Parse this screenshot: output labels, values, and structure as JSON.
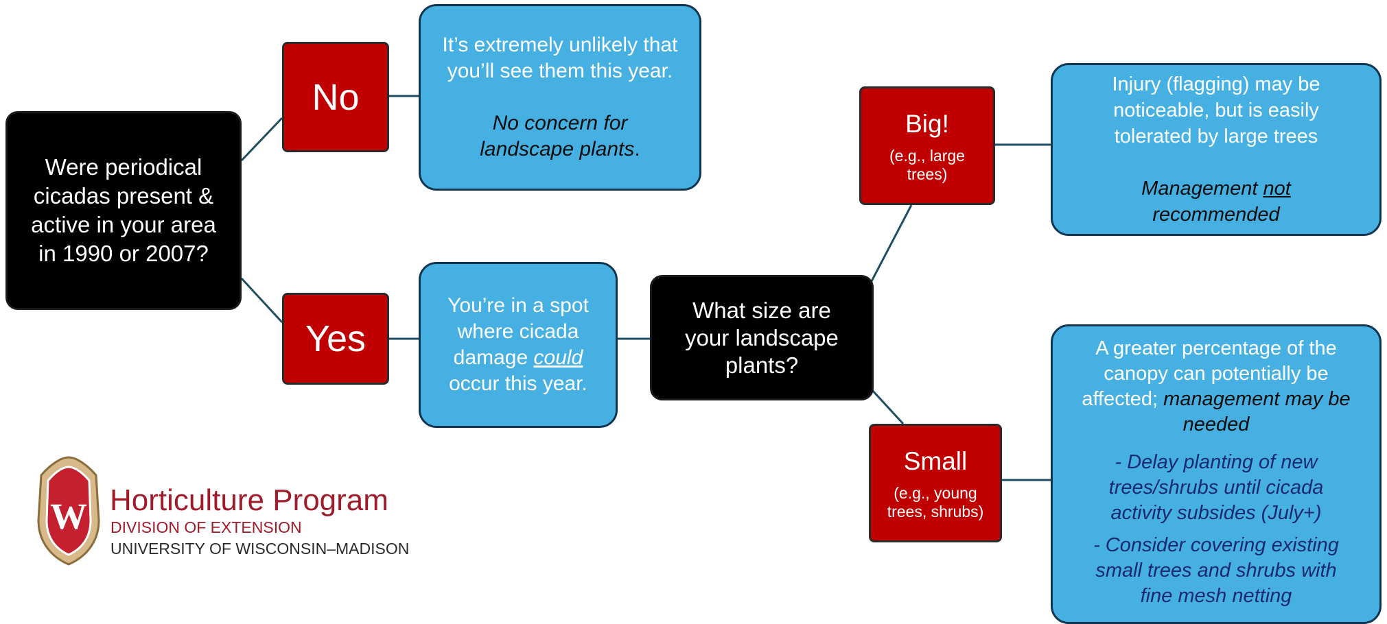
{
  "question1": {
    "lines": [
      "Were periodical",
      "cicadas present &",
      "active in your area",
      "in 1990 or 2007?"
    ]
  },
  "no_node": {
    "label": "No"
  },
  "yes_node": {
    "label": "Yes"
  },
  "no_answer": {
    "lines": [
      "It’s extremely unlikely that",
      "you’ll see them this year."
    ],
    "note_lines": [
      "No concern for",
      "landscape plants"
    ],
    "note_end": "."
  },
  "yes_answer": {
    "line1": "You’re in a spot",
    "line2": "where cicada",
    "line3_pre": "damage ",
    "line3_em": "could",
    "line4": "occur this year."
  },
  "question2": {
    "lines": [
      "What size are",
      "your landscape",
      "plants?"
    ]
  },
  "big_node": {
    "label": "Big!",
    "sub_lines": [
      "(e.g., large",
      "trees)"
    ]
  },
  "small_node": {
    "label": "Small",
    "sub_lines": [
      "(e.g., young",
      "trees, shrubs)"
    ]
  },
  "big_answer": {
    "lines": [
      "Injury (flagging) may be",
      "noticeable, but is easily",
      "tolerated by large trees"
    ],
    "note_pre": "Management ",
    "note_ul": "not",
    "note_line2": "recommended"
  },
  "small_answer": {
    "line1": "A greater percentage of the",
    "line2": "canopy can potentially be",
    "line3_pre": "affected; ",
    "line3_em": "management may be",
    "line4_em": "needed",
    "tip1_lines": [
      "- Delay planting of new",
      "trees/shrubs until cicada",
      "activity subsides (July+)"
    ],
    "tip2_lines": [
      "- Consider covering existing",
      "small trees and shrubs with",
      "fine mesh netting"
    ]
  },
  "logo": {
    "letter": "W",
    "title": "Horticulture Program",
    "subtitle1": "DIVISION OF EXTENSION",
    "subtitle2": "UNIVERSITY OF WISCONSIN–MADISON"
  },
  "colors": {
    "question_fill": "#000000",
    "option_fill": "#c00000",
    "answer_fill": "#45b0e1",
    "connector": "#1f4e63",
    "brand_red": "#a01c2a"
  }
}
